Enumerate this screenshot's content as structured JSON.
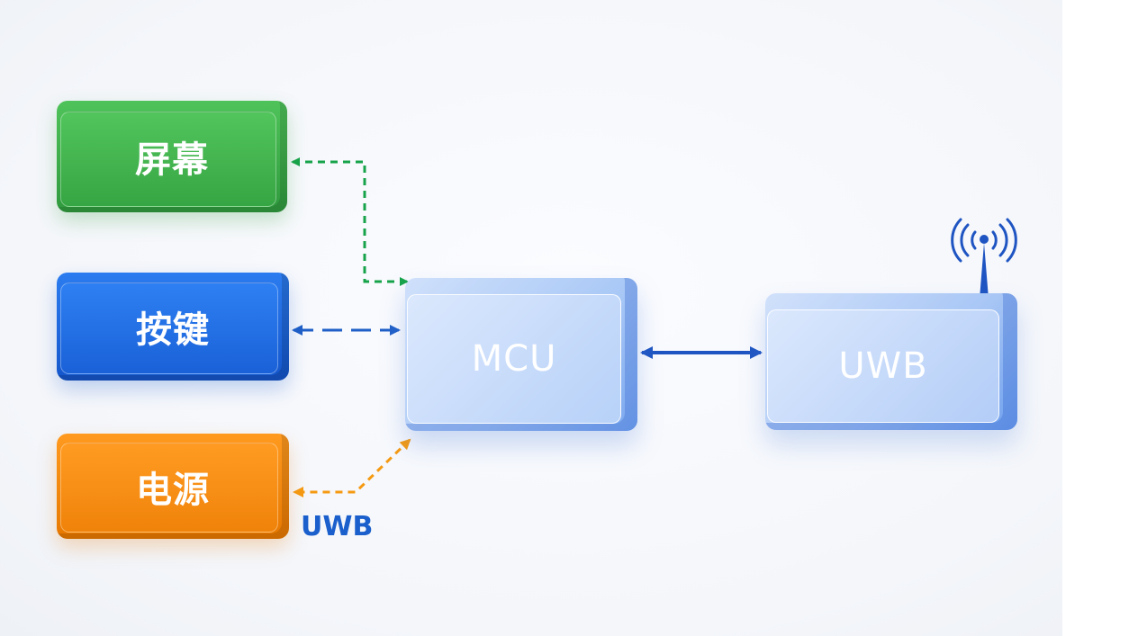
{
  "blocks": {
    "screen": {
      "label": "屏幕",
      "color": "#3aa84a"
    },
    "keys": {
      "label": "按键",
      "color": "#1e67df"
    },
    "power": {
      "label": "电源",
      "color": "#f98a0e"
    },
    "mcu": {
      "label": "MCU",
      "color": "#a9c8f6"
    },
    "uwb": {
      "label": "UWB",
      "color": "#a8c6f5"
    }
  },
  "connections": [
    {
      "from": "mcu",
      "to": "screen",
      "style": "dashed",
      "color": "#17a34a"
    },
    {
      "from": "keys",
      "to": "mcu",
      "style": "dashed",
      "color": "#1f5fc7"
    },
    {
      "from": "mcu",
      "to": "power",
      "style": "dashed",
      "color": "#f59a12",
      "label": "UWB"
    },
    {
      "from": "mcu",
      "to": "uwb",
      "style": "solid",
      "color": "#1f55c2"
    }
  ],
  "icons": {
    "antenna": "antenna-icon"
  }
}
